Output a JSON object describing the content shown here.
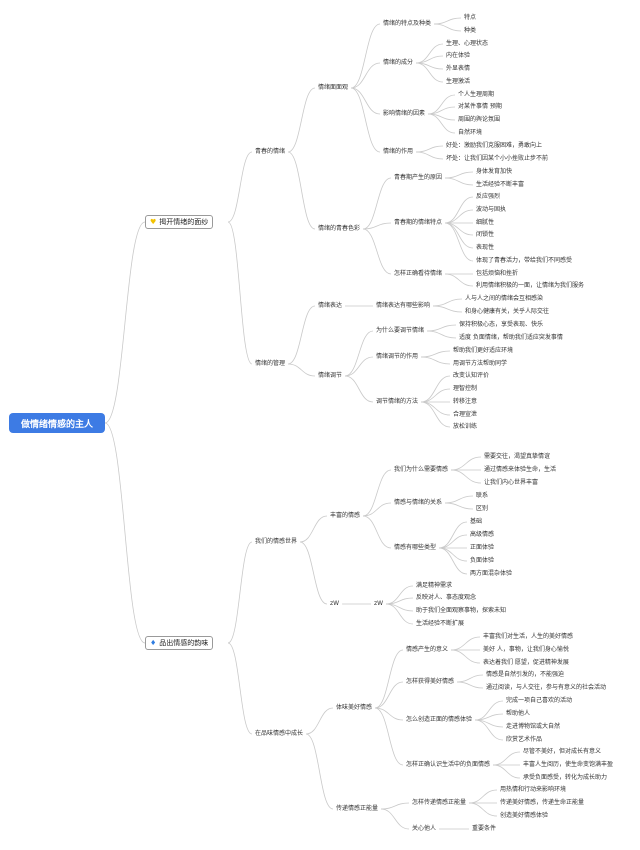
{
  "title": "做情绪情感的主人",
  "colors": {
    "root": "#3d7be4",
    "edge": "#c9c9c9",
    "heart_icon": "#f2c200",
    "fire_icon": "#2f7de1"
  },
  "branches": {
    "b1": {
      "label": "揭开情绪的面纱",
      "icon": "heart-icon"
    },
    "b2": {
      "label": "品出情感的韵味",
      "icon": "fire-icon"
    }
  },
  "texts": {
    "qcqx": "青春的情绪",
    "qxmm": "情绪面面观",
    "tdzl": "情绪的特点及种类",
    "td": "特点",
    "zl": "种类",
    "cf": "情绪的成分",
    "cf1": "生理、心理状态",
    "cf2": "内在体验",
    "cf3": "外显表情",
    "cf4": "生理激活",
    "yx": "影响情绪的因素",
    "yx1": "个人生理周期",
    "yx2": "对某件事情 预期",
    "yx3": "周围的舆论氛围",
    "yx4": "自然环境",
    "zy": "情绪的作用",
    "zy1": "好处：激励我们克服困难，勇敢向上",
    "zy2": "坏处：让我们因某个小小挫败止步不前",
    "qcss": "情绪的青春色彩",
    "yy": "青春期产生的原因",
    "yy1": "身体发育加快",
    "yy2": "生活经验不断丰富",
    "qt": "青春期的情绪特点",
    "qt1": "反应强烈",
    "qt2": "波动与固执",
    "qt3": "细腻性",
    "qt4": "闭锁性",
    "qt5": "表现性",
    "qt6": "体现了青春活力，带给我们不同感受",
    "zq": "怎样正确看待情绪",
    "zq1": "包括烦恼和挫折",
    "zq2": "利用情绪积极的一面，让情绪为我们服务",
    "qxgl": "情绪的管理",
    "qxbd": "情绪表达",
    "bdyx": "情绪表达有哪些影响",
    "bdyx1": "人与人之间的情绪会互相感染",
    "bdyx2": "和身心健康有关，关乎人际交往",
    "qxtj": "情绪调节",
    "wsm": "为什么要调节情绪",
    "wsm1": "保持积极心态，享受表现、快乐",
    "wsm2": "适度 负面情绪，帮助我们适应突发事情",
    "tjzy": "情绪调节的作用",
    "tjzy1": "帮助我们更好适应环境",
    "tjzy2": "用调节方法帮助同学",
    "tjff": "调节情绪的方法",
    "ff1": "改变认知评价",
    "ff2": "理智控制",
    "ff3": "转移注意",
    "ff4": "合理宣泄",
    "ff5": "放松训练",
    "wmqg": "我们的情感世界",
    "fpqg": "丰富的情感",
    "wsmxy": "我们为什么需要情感",
    "xy1": "需要交往，渴望真挚情谊",
    "xy2": "通过情感来体验生命，生活",
    "xy3": "让我们内心世界丰富",
    "qgqx": "情感与情绪的关系",
    "qgqx1": "联系",
    "qgqx2": "区别",
    "lx": "情感有哪些类型",
    "lx1": "基础",
    "lx2": "高级情感",
    "lx3": "正面体验",
    "lx4": "负面体验",
    "lx5": "两方面混杂体验",
    "zw1": "zW",
    "zw2": "zW",
    "zw_1": "满足精神需求",
    "zw_2": "反映对人、事态度观念",
    "zw_3": "助于我们全面观察事物，探索未知",
    "zw_4": "生活经验不断扩展",
    "zpw": "在品味情感中成长",
    "tymh": "体味美好情感",
    "csy": "情感产生的意义",
    "csy1": "丰富我们对生活，人生的美好情感",
    "csy2": "美好 人，事物，让我们身心愉悦",
    "csy3": "表达着我们 愿望，促进精神发展",
    "hd": "怎样获得美好情感",
    "hd1": "情感是自然引发的，不能强迫",
    "hd2": "通过阅读，与人交往，参与有意义的社会活动",
    "cz": "怎么创造正面的情感体验",
    "cz1": "完成一项自己喜欢的活动",
    "cz2": "帮助他人",
    "cz3": "走进博物馆或大自然",
    "cz4": "欣赏艺术作品",
    "fm": "怎样正确认识生活中的负面情感",
    "fm1": "尽管不美好，但对成长有意义",
    "fm2": "丰富人生阅历，使生命变饱满丰盈",
    "fm3": "承受负面感受，转化为成长助力",
    "cd": "传递情感正能量",
    "cdff": "怎样传递情感正能量",
    "cdff1": "用热情和行动来影响环境",
    "cdff2": "传递美好情感，传递生命正能量",
    "cdff3": "创造美好情感体验",
    "gx": "关心他人",
    "gx1": "重要条件"
  }
}
